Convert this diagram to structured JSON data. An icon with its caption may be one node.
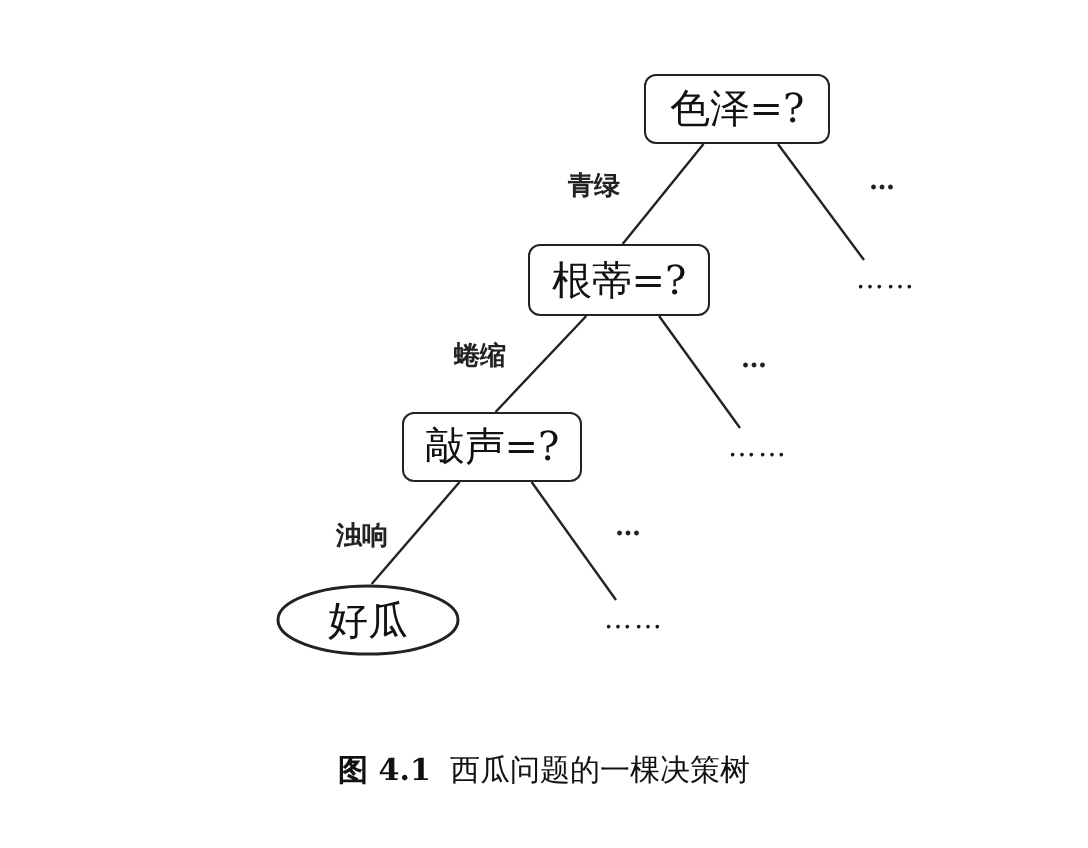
{
  "diagram": {
    "caption": "**图 4.1**  西瓜问题的一棵决策树",
    "nodes": [
      {
        "text": [
          "色泽=?"
        ]
      },
      {
        "text": [
          "根蒂=?"
        ]
      },
      {
        "text": [
          "……"
        ]
      },
      {
        "text": [
          "敲声=?"
        ]
      },
      {
        "text": [
          "……"
        ]
      },
      {
        "text": [
          "好瓜"
        ]
      },
      {
        "text": [
          "……"
        ]
      }
    ],
    "edges": [
      {
        "from": 0,
        "to": 1,
        "arrow": "none",
        "label": "青绿"
      },
      {
        "from": 0,
        "to": 2,
        "arrow": "none",
        "label": "…"
      },
      {
        "from": 1,
        "to": 3,
        "arrow": "none",
        "label": "蜷缩"
      },
      {
        "from": 1,
        "to": 4,
        "arrow": "none",
        "label": "…"
      },
      {
        "from": 3,
        "to": 5,
        "arrow": "none",
        "label": "浊响"
      },
      {
        "from": 3,
        "to": 6,
        "arrow": "none",
        "label": "…"
      }
    ]
  }
}
